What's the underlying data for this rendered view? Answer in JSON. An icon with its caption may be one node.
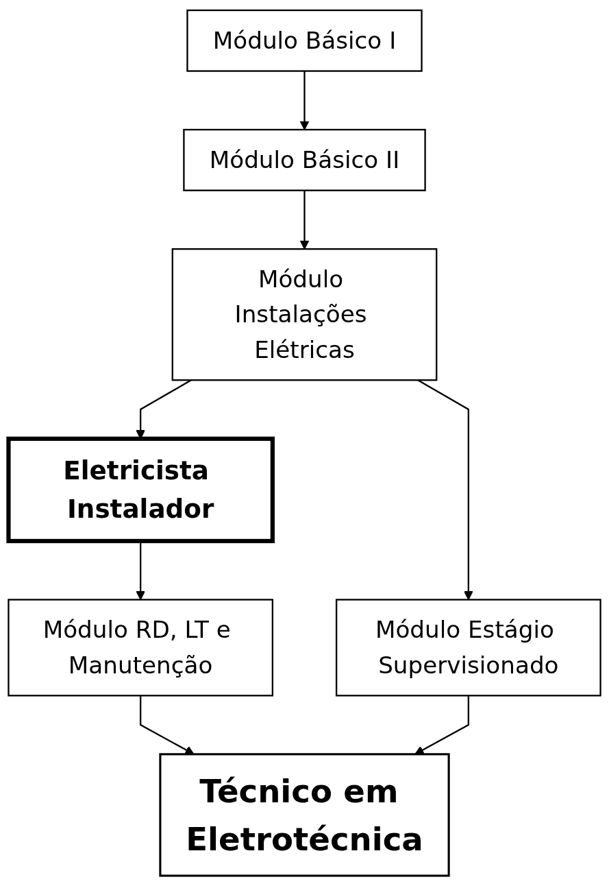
{
  "diagram": {
    "nodes": [
      {
        "text": [
          "Módulo Básico I"
        ]
      },
      {
        "text": [
          "Módulo Básico II"
        ]
      },
      {
        "text": [
          "Módulo Instalações Elétricas"
        ]
      },
      {
        "text": [
          "Módulo Estágio Supervisionado"
        ]
      },
      {
        "text": [
          "Eletricista Instalador"
        ]
      },
      {
        "text": [
          "Módulo RD, LT e Manutenção"
        ]
      },
      {
        "text": [
          "Técnico em Eletrotécnica"
        ]
      }
    ],
    "edges": [
      {
        "from": 0,
        "to": 1,
        "arrow": "to"
      },
      {
        "from": 1,
        "to": 2,
        "arrow": "to"
      },
      {
        "from": 2,
        "to": 3,
        "arrow": "to"
      },
      {
        "from": 2,
        "to": 4,
        "arrow": "to"
      },
      {
        "from": 4,
        "to": 5,
        "arrow": "to"
      },
      {
        "from": 5,
        "to": 6,
        "arrow": "to"
      },
      {
        "from": 3,
        "to": 6,
        "arrow": "to"
      }
    ]
  }
}
